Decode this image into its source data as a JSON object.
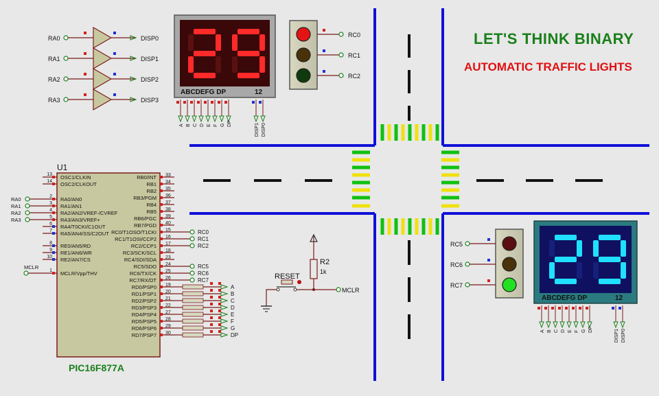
{
  "header": {
    "title": "LET'S THINK BINARY",
    "subtitle": "AUTOMATIC TRAFFIC LIGHTS"
  },
  "colors": {
    "road": "#1010d8",
    "lane_yellow": "#f0e010",
    "lane_green": "#10c010",
    "seg_red_on": "#ff2a2a",
    "seg_cyan_on": "#20e0ff",
    "chip_body": "#c8c8a0",
    "wire": "#7a1a1a",
    "title_green": "#1a7f1a",
    "title_red": "#e01010"
  },
  "buffers": {
    "inputs": [
      "RA0",
      "RA1",
      "RA2",
      "RA3"
    ],
    "outputs": [
      "DISP0",
      "DISP1",
      "DISP2",
      "DISP3"
    ]
  },
  "display_top": {
    "value": "29",
    "pin_strip": "ABCDEFG DP",
    "digit_strip": "12",
    "segment_pins": [
      "A",
      "B",
      "C",
      "D",
      "E",
      "F",
      "G",
      "DP"
    ],
    "digit_pins": [
      "DISP1",
      "DISP0"
    ]
  },
  "display_bottom": {
    "value": "29",
    "pin_strip": "ABCDEFG DP",
    "digit_strip": "12",
    "segment_pins": [
      "A",
      "B",
      "C",
      "D",
      "E",
      "F",
      "G",
      "DP"
    ],
    "digit_pins": [
      "DISP1",
      "DISP0"
    ]
  },
  "traffic_top": {
    "labels": [
      "RC0",
      "RC1",
      "RC2"
    ],
    "state": [
      "red",
      "off",
      "off"
    ]
  },
  "traffic_bottom": {
    "labels": [
      "RC5",
      "RC6",
      "RC7"
    ],
    "state": [
      "off",
      "off",
      "green"
    ]
  },
  "mcu": {
    "ref": "U1",
    "part": "PIC16F877A",
    "left_pins": [
      {
        "num": "13",
        "name": "OSC1/CLKIN",
        "net": ""
      },
      {
        "num": "14",
        "name": "OSC2/CLKOUT",
        "net": ""
      },
      {
        "num": "2",
        "name": "RA0/AN0",
        "net": "RA0"
      },
      {
        "num": "3",
        "name": "RA1/AN1",
        "net": "RA1"
      },
      {
        "num": "4",
        "name": "RA2/AN2/VREF-/CVREF",
        "net": "RA2"
      },
      {
        "num": "5",
        "name": "RA3/AN3/VREF+",
        "net": "RA3"
      },
      {
        "num": "6",
        "name": "RA4/T0CKI/C1OUT",
        "net": ""
      },
      {
        "num": "7",
        "name": "RA5/AN4/SS/C2OUT",
        "net": ""
      },
      {
        "num": "8",
        "name": "RE0/AN5/RD",
        "net": ""
      },
      {
        "num": "9",
        "name": "RE1/AN6/WR",
        "net": ""
      },
      {
        "num": "10",
        "name": "RE2/AN7/CS",
        "net": ""
      },
      {
        "num": "1",
        "name": "MCLR/Vpp/THV",
        "net": "MCLR"
      }
    ],
    "right_pins": [
      {
        "num": "33",
        "name": "RB0/INT",
        "net": ""
      },
      {
        "num": "34",
        "name": "RB1",
        "net": ""
      },
      {
        "num": "35",
        "name": "RB2",
        "net": ""
      },
      {
        "num": "36",
        "name": "RB3/PGM",
        "net": ""
      },
      {
        "num": "37",
        "name": "RB4",
        "net": ""
      },
      {
        "num": "38",
        "name": "RB5",
        "net": ""
      },
      {
        "num": "39",
        "name": "RB6/PGC",
        "net": ""
      },
      {
        "num": "40",
        "name": "RB7/PGD",
        "net": ""
      },
      {
        "num": "15",
        "name": "RC0/T1OSO/T1CKI",
        "net": "RC0"
      },
      {
        "num": "16",
        "name": "RC1/T1OSI/CCP2",
        "net": "RC1"
      },
      {
        "num": "17",
        "name": "RC2/CCP1",
        "net": "RC2"
      },
      {
        "num": "18",
        "name": "RC3/SCK/SCL",
        "net": ""
      },
      {
        "num": "23",
        "name": "RC4/SDI/SDA",
        "net": ""
      },
      {
        "num": "24",
        "name": "RC5/SDO",
        "net": "RC5"
      },
      {
        "num": "25",
        "name": "RC6/TX/CK",
        "net": "RC6"
      },
      {
        "num": "26",
        "name": "RC7/RX/DT",
        "net": "RC7"
      },
      {
        "num": "19",
        "name": "RD0/PSP0",
        "net": "A"
      },
      {
        "num": "20",
        "name": "RD1/PSP1",
        "net": "B"
      },
      {
        "num": "21",
        "name": "RD2/PSP2",
        "net": "C"
      },
      {
        "num": "22",
        "name": "RD3/PSP3",
        "net": "D"
      },
      {
        "num": "27",
        "name": "RD4/PSP4",
        "net": "E"
      },
      {
        "num": "28",
        "name": "RD5/PSP5",
        "net": "F"
      },
      {
        "num": "29",
        "name": "RD6/PSP6",
        "net": "G"
      },
      {
        "num": "30",
        "name": "RD7/PSP7",
        "net": "DP"
      }
    ]
  },
  "reset": {
    "label": "RESET",
    "resistor_ref": "R2",
    "resistor_value": "1k",
    "net": "MCLR"
  }
}
